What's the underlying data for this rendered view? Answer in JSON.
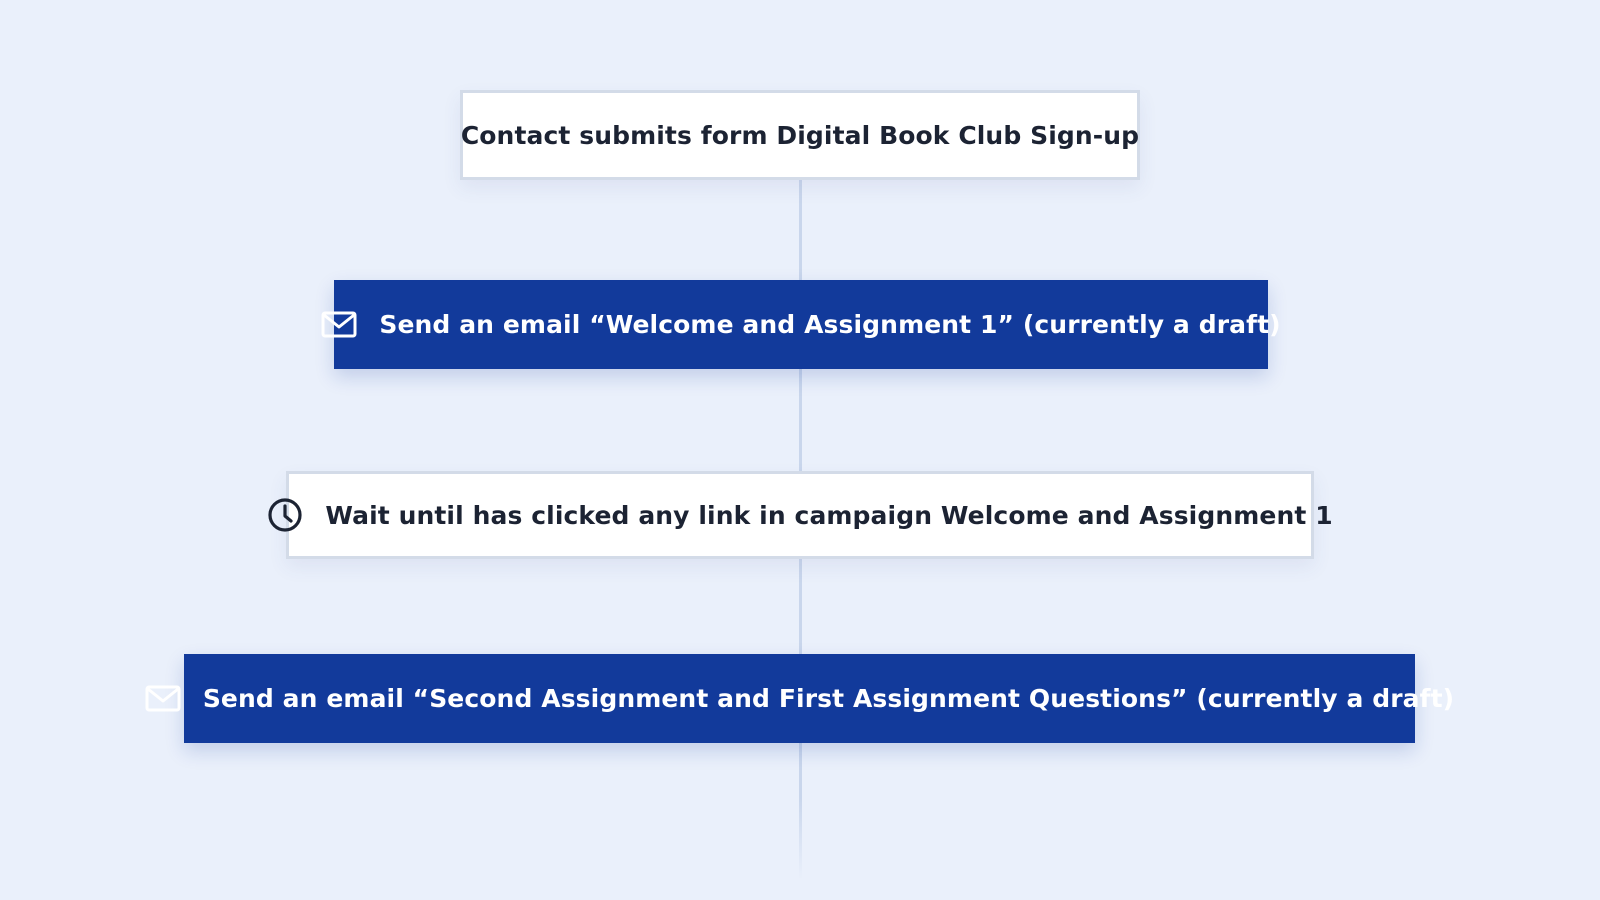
{
  "colors": {
    "background": "#eaf0fb",
    "accent": "#123a9b",
    "connector": "#c9d6ec",
    "card_border": "#d3dbe8"
  },
  "workflow": {
    "trigger": {
      "label": "Contact submits  form Digital Book Club Sign-up"
    },
    "steps": [
      {
        "icon": "envelope-icon",
        "label": "Send an email “Welcome and Assignment 1” (currently a draft)"
      },
      {
        "icon": "clock-icon",
        "label": "Wait until has clicked any link in campaign Welcome and Assignment 1"
      },
      {
        "icon": "envelope-icon",
        "label": "Send an email “Second Assignment and First Assignment Questions” (currently a draft)"
      }
    ]
  }
}
